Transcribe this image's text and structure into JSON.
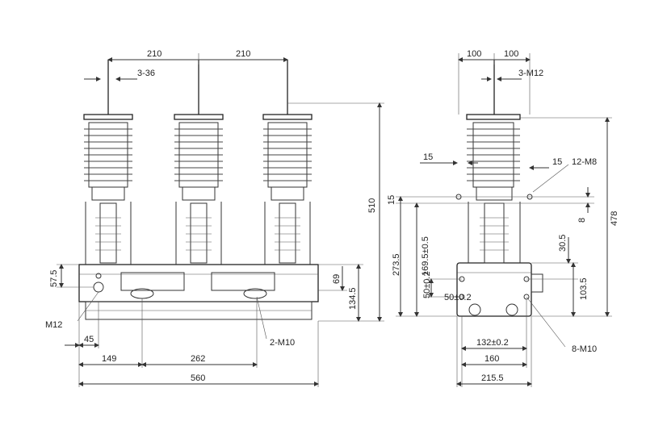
{
  "front_view": {
    "dims": {
      "pitch_left": "210",
      "pitch_right": "210",
      "terminal_thread": "3-36",
      "height_total": "510",
      "mount_height": "134.5",
      "mount_offset": "69",
      "side_offset": "57.5",
      "thread_left": "M12",
      "bottom_holes": "2-M10",
      "dim_45": "45",
      "dim_149": "149",
      "dim_262": "262",
      "width_total": "560"
    }
  },
  "side_view": {
    "dims": {
      "top_left": "100",
      "top_right": "100",
      "terminal_thread": "3-M12",
      "fin_left": "15",
      "fin_right": "15",
      "top_holes": "12-M8",
      "dim_15_vert": "15",
      "dim_50": "50±0.2",
      "dim_169": "169.5±0.5",
      "dim_273": "273.5",
      "dim_30": "30.5",
      "dim_8": "8",
      "dim_103": "103.5",
      "height_478": "478",
      "dim_132": "132±0.2",
      "dim_160": "160",
      "dim_215": "215.5",
      "bottom_holes": "8-M10",
      "dim_50_left": "50±0.2"
    }
  },
  "colors": {
    "line": "#333333",
    "background": "#ffffff"
  }
}
